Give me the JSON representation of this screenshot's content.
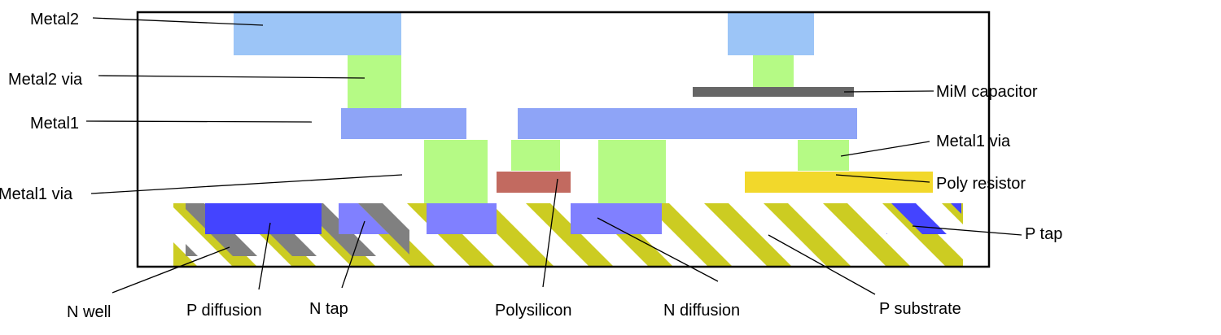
{
  "diagram": {
    "title": "IC cross-section layers",
    "colors": {
      "metal2": "#9cc5f7",
      "via": "#b5fa85",
      "metal1": "#8ea4f7",
      "mim_capacitor": "#666666",
      "polysilicon": "#c26a60",
      "poly_resistor": "#f2d82b",
      "p_diffusion": "#4444ff",
      "n_diffusion": "#8080ff",
      "p_tap": "#4444ff",
      "n_tap": "#8080ff",
      "n_well": "#808080",
      "p_substrate": "#cccc22",
      "outline": "#000000"
    },
    "labels": {
      "metal2": "Metal2",
      "metal2_via": "Metal2 via",
      "metal1": "Metal1",
      "metal1_via_left": "Metal1 via",
      "mim_capacitor": "MiM capacitor",
      "metal1_via_right": "Metal1 via",
      "poly_resistor": "Poly resistor",
      "p_tap": "P tap",
      "n_well": "N well",
      "p_diffusion": "P diffusion",
      "n_tap": "N tap",
      "polysilicon": "Polysilicon",
      "n_diffusion": "N diffusion",
      "p_substrate": "P substrate"
    }
  }
}
